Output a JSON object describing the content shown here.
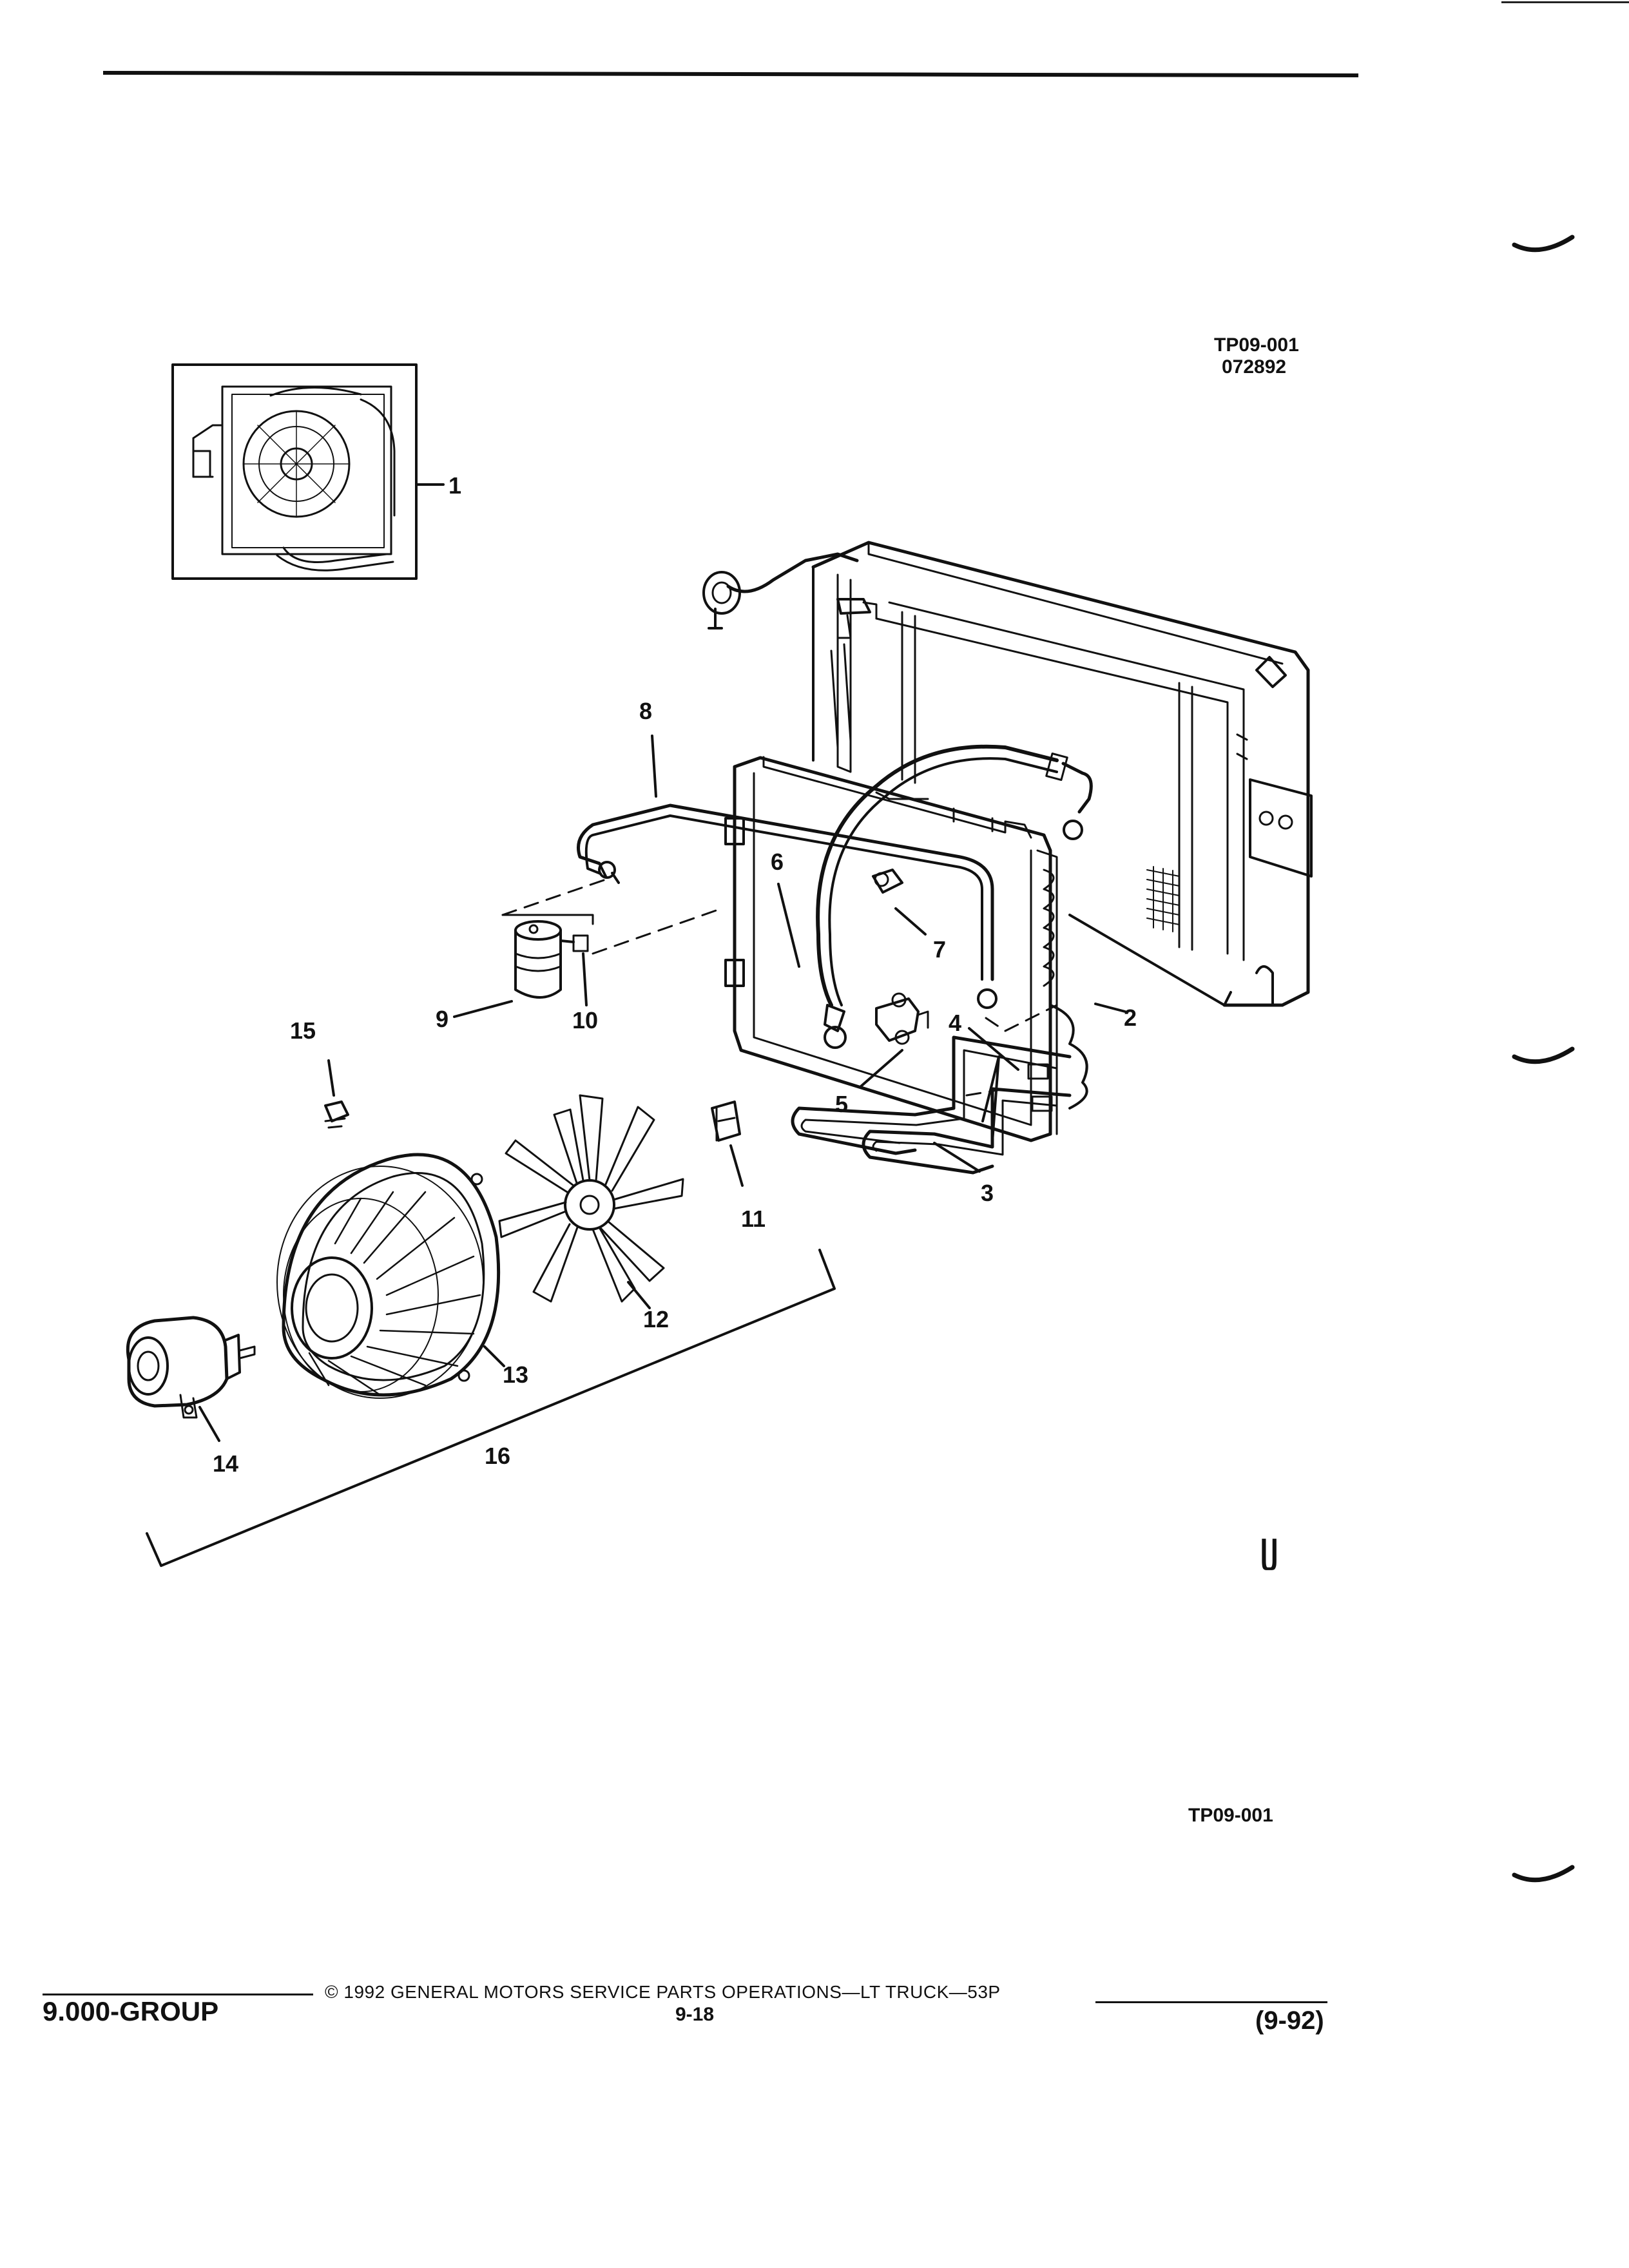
{
  "header": {
    "figure_code": "TP09-001",
    "date_code": "072892"
  },
  "callouts": [
    "1",
    "2",
    "3",
    "4",
    "5",
    "6",
    "7",
    "8",
    "9",
    "10",
    "11",
    "12",
    "13",
    "14",
    "15",
    "16"
  ],
  "figure_footer_code": "TP09-001",
  "corner_mark": "ᥩ",
  "footer": {
    "group": "9.000-GROUP",
    "copyright": "© 1992  GENERAL MOTORS SERVICE PARTS OPERATIONS—LT TRUCK—53P",
    "page": "9-18",
    "revision": "(9-92)"
  }
}
